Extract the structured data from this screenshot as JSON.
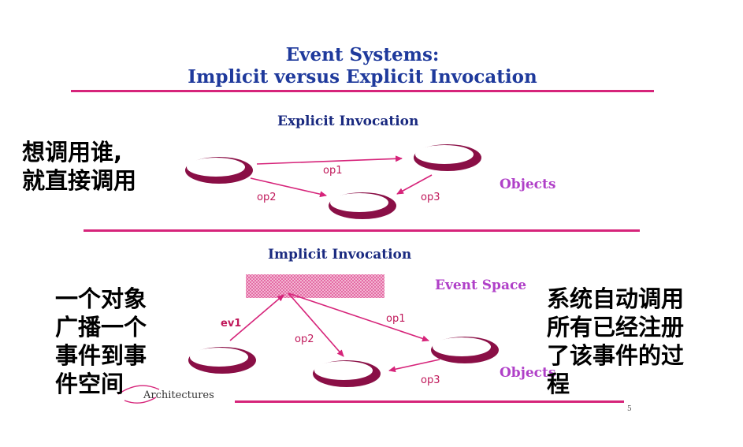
{
  "title": {
    "line1": "Event Systems:",
    "line2": "Implicit versus Explicit Invocation"
  },
  "explicit": {
    "heading": "Explicit Invocation",
    "objects_label": "Objects",
    "op1": "op1",
    "op2": "op2",
    "op3": "op3"
  },
  "implicit": {
    "heading": "Implicit Invocation",
    "event_space_label": "Event Space",
    "objects_label": "Objects",
    "ev1": "ev1",
    "op1": "op1",
    "op2": "op2",
    "op3": "op3"
  },
  "notes": {
    "left_top": [
      "想调用谁,",
      "就直接调用"
    ],
    "left_bottom": [
      "一个对象",
      "广播一个",
      "事件到事",
      "件空间"
    ],
    "right": [
      "系统自动调用",
      "所有已经注册",
      "了该事件的过",
      "程"
    ]
  },
  "footer": "Architectures",
  "page_number": "5",
  "colors": {
    "title": "#1f3a9c",
    "rule": "#d6247a",
    "ellipse_fill": "#8a0f46",
    "arrow": "#d6247a",
    "objects_label": "#b040c8"
  }
}
